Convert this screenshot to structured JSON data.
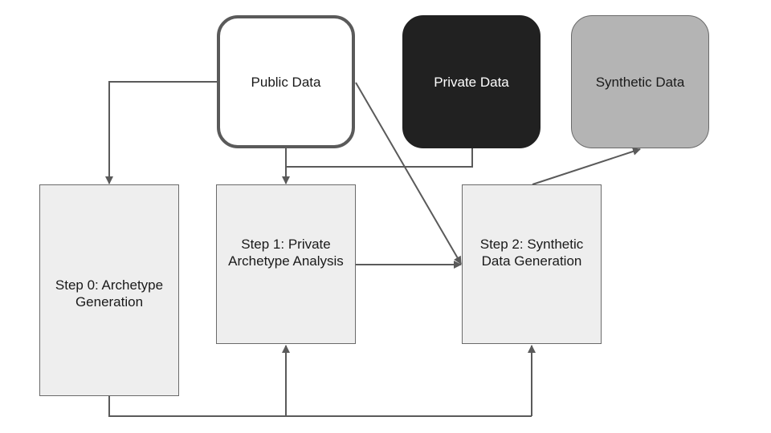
{
  "nodes": {
    "public_data": "Public Data",
    "private_data": "Private Data",
    "synthetic_data": "Synthetic Data",
    "step0": "Step 0: Archetype Generation",
    "step1": "Step 1: Private Archetype Analysis",
    "step2": "Step 2: Synthetic Data Generation"
  },
  "colors": {
    "line": "#5a5a5a",
    "step_fill": "#eeeeee",
    "private_fill": "#212121",
    "synthetic_fill": "#b4b4b4"
  }
}
